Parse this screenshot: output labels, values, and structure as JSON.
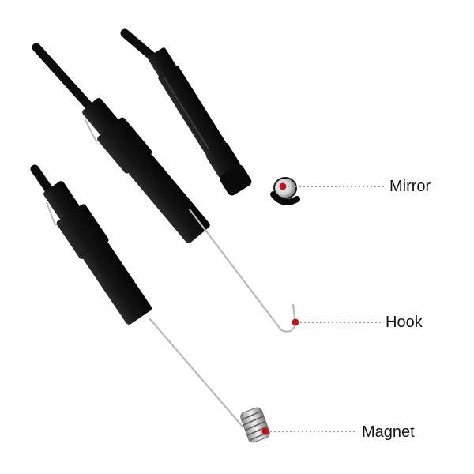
{
  "colors": {
    "cable": "#0d0d0d",
    "body": "#111111",
    "wire": "#b9b9b9",
    "marker": "#c0141c",
    "leader": "#9a9a9a",
    "text": "#111111"
  },
  "callouts": [
    {
      "label": "Mirror"
    },
    {
      "label": "Hook"
    },
    {
      "label": "Magnet"
    }
  ]
}
